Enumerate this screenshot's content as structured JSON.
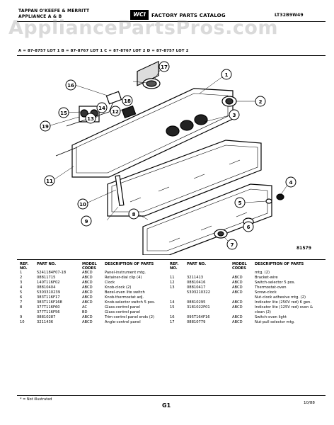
{
  "header": {
    "left_line1": "TAPPAN O'KEEFE & MERRITT",
    "left_line2": "APPLIANCE A & B",
    "brand_logo": "WCI",
    "catalog_title": "FACTORY PARTS CATALOG",
    "catalog_number": "LT32B9W49",
    "models_row": "A = 87-8757 LOT 1     B = 87-8767 LOT 1     C = 87-8767 LOT 2     D = 87-8757 LOT 2"
  },
  "watermark": "AppliancePartsPros.com",
  "diagram": {
    "callouts": [
      "1",
      "2",
      "3",
      "4",
      "5",
      "6",
      "7",
      "8",
      "9",
      "10",
      "11",
      "12",
      "13",
      "14",
      "15",
      "16",
      "17",
      "18",
      "19"
    ],
    "figure_id": "81579"
  },
  "table_headers": {
    "ref_no": "REF. NO.",
    "part_no": "PART NO.",
    "model_codes": "MODEL CODES",
    "description": "DESCRIPTION OF PARTS"
  },
  "parts_left": [
    {
      "ref": "1",
      "part": "5241184F07-18",
      "codes": "ABCD",
      "desc": "Panel-instrument mtg."
    },
    {
      "ref": "2",
      "part": "08811715",
      "codes": "ABCD",
      "desc": "Retainer-dial clip (4)"
    },
    {
      "ref": "3",
      "part": "140T116F02",
      "codes": "ABCD",
      "desc": "Clock"
    },
    {
      "ref": "4",
      "part": "08810404",
      "codes": "ABCD",
      "desc": "Knob-clock (2)"
    },
    {
      "ref": "5",
      "part": "5303310239",
      "codes": "ABCD",
      "desc": "Bezel-oven lite switch"
    },
    {
      "ref": "6",
      "part": "383T116F17",
      "codes": "ABCD",
      "desc": "Knob-thermostat adj."
    },
    {
      "ref": "7",
      "part": "383T116F168",
      "codes": "ABCD",
      "desc": "Knob-selector switch 5 pos."
    },
    {
      "ref": "8",
      "part": "377T116F60",
      "codes": "AC",
      "desc": "Glass-control panel"
    },
    {
      "ref": "",
      "part": "377T116F56",
      "codes": "BD",
      "desc": "Glass-control panel"
    },
    {
      "ref": "9",
      "part": "08810287",
      "codes": "ABCD",
      "desc": "Trim-control panel ends (2)"
    },
    {
      "ref": "10",
      "part": "3211436",
      "codes": "ABCD",
      "desc": "Angle-control panel"
    }
  ],
  "parts_right": [
    {
      "ref": "",
      "part": "",
      "codes": "",
      "desc": "mtg. (2)"
    },
    {
      "ref": "11",
      "part": "3211413",
      "codes": "ABCD",
      "desc": "Bracket-wire"
    },
    {
      "ref": "12",
      "part": "08810416",
      "codes": "ABCD",
      "desc": "Switch-selector 5 pos."
    },
    {
      "ref": "13",
      "part": "08810417",
      "codes": "ABCD",
      "desc": "Thermostat-oven"
    },
    {
      "ref": "",
      "part": "5303210322",
      "codes": "ABCD",
      "desc": "Screw-clock"
    },
    {
      "ref": "",
      "part": "",
      "codes": "",
      "desc": "Nut-clock adhesive mtg. (2)"
    },
    {
      "ref": "14",
      "part": "08810295",
      "codes": "ABCD",
      "desc": "Indicator lite (250V red) 6 gen."
    },
    {
      "ref": "15",
      "part": "3181022F01",
      "codes": "ABCD",
      "desc": "Indicator lite (125V red) oven & clean (2)"
    },
    {
      "ref": "16",
      "part": "095T164F16",
      "codes": "ABCD",
      "desc": "Switch-oven light"
    },
    {
      "ref": "17",
      "part": "08810779",
      "codes": "ABCD",
      "desc": "Nut-pull selector mtg."
    }
  ],
  "footer": {
    "note": "* = Not illustrated",
    "page": "G1",
    "date": "10/88"
  }
}
